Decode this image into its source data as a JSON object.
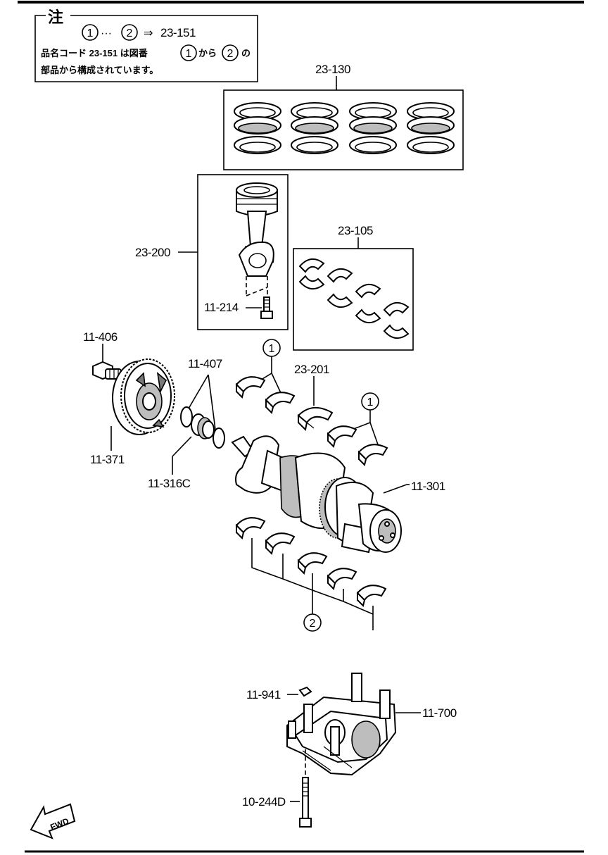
{
  "note": {
    "heading": "注",
    "line1_from": "1",
    "line1_ellipsis": "···",
    "line1_to": "2",
    "line1_arrow": "⇒",
    "line1_code": "23-151",
    "line2_a": "品名コード  23-151  は図番",
    "line2_num1": "1",
    "line2_b": "から",
    "line2_num2": "2",
    "line2_c": "の",
    "line3": "部品から構成されています。"
  },
  "labels": {
    "p23_130": "23-130",
    "p23_200": "23-200",
    "p11_214": "11-214",
    "p23_105": "23-105",
    "p11_406": "11-406",
    "p11_407": "11-407",
    "p23_201": "23-201",
    "p11_371": "11-371",
    "p11_316c": "11-316C",
    "p11_301": "11-301",
    "p11_941": "11-941",
    "p11_700": "11-700",
    "p10_244d": "10-244D"
  },
  "callouts": {
    "c1_upper": "1",
    "c1_right": "1",
    "c2_lower": "2"
  },
  "fwd": "FWD"
}
